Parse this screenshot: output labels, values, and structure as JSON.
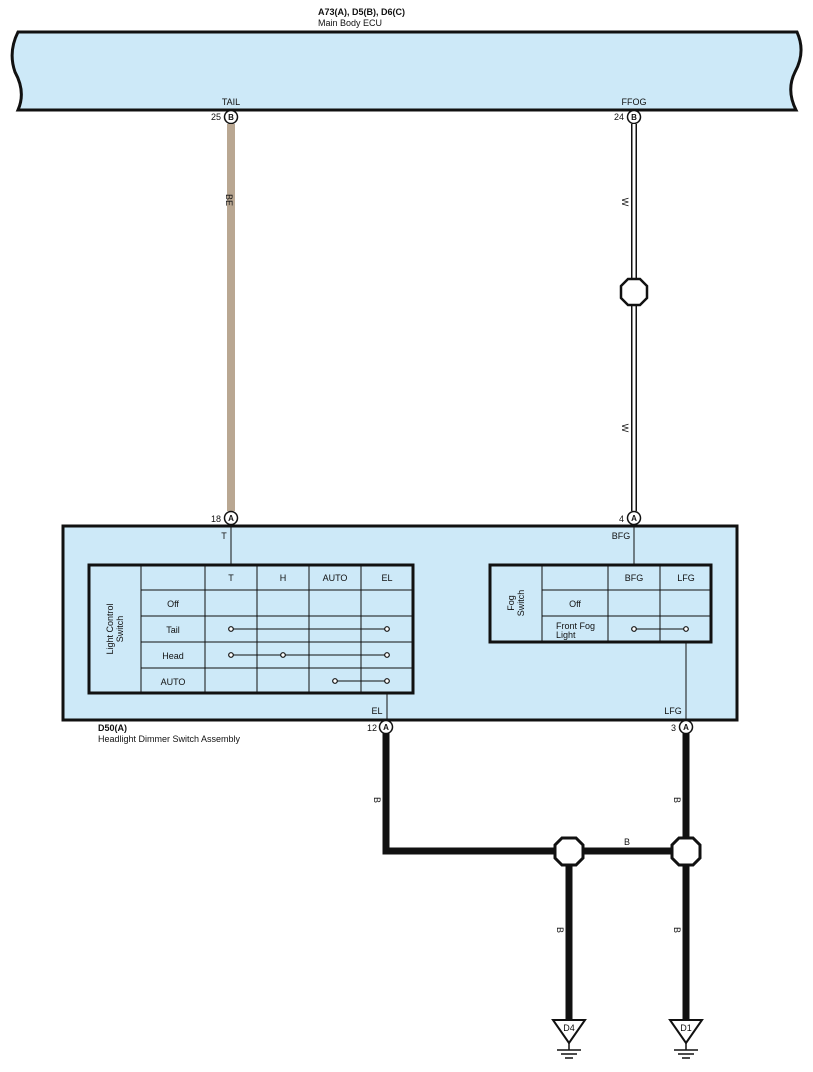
{
  "ecu": {
    "connectors": "A73(A), D5(B), D6(C)",
    "name": "Main Body ECU",
    "pins": [
      {
        "signal": "TAIL",
        "number": "25",
        "connector": "B"
      },
      {
        "signal": "FFOG",
        "number": "24",
        "connector": "B"
      }
    ]
  },
  "wires": {
    "tail_color": "BE",
    "ffog_color_upper": "W",
    "ffog_color_lower": "W",
    "el_color": "B",
    "lfg_color": "B",
    "cross_color": "B",
    "d4_color": "B",
    "d1_color": "B",
    "colors": {
      "BE": "#b9a792",
      "W": "#ffffff",
      "B": "#111111"
    }
  },
  "switch_assembly": {
    "connector": "D50(A)",
    "name": "Headlight Dimmer Switch Assembly",
    "top_pins": [
      {
        "number": "18",
        "connector": "A",
        "signal": "T"
      },
      {
        "number": "4",
        "connector": "A",
        "signal": "BFG"
      }
    ],
    "bottom_pins": [
      {
        "number": "12",
        "connector": "A",
        "signal": "EL"
      },
      {
        "number": "3",
        "connector": "A",
        "signal": "LFG"
      }
    ],
    "light_control": {
      "title_line1": "Light Control",
      "title_line2": "Switch",
      "columns": [
        "T",
        "H",
        "AUTO",
        "EL"
      ],
      "rows": [
        {
          "label": "Off",
          "connected": []
        },
        {
          "label": "Tail",
          "connected": [
            0,
            3
          ]
        },
        {
          "label": "Head",
          "connected": [
            0,
            1,
            3
          ]
        },
        {
          "label": "AUTO",
          "connected": [
            2,
            3
          ]
        }
      ]
    },
    "fog_switch": {
      "title_line1": "Fog",
      "title_line2": "Switch",
      "columns": [
        "BFG",
        "LFG"
      ],
      "rows": [
        {
          "label": "Off",
          "label_line2": "",
          "connected": []
        },
        {
          "label": "Front Fog",
          "label_line2": "Light",
          "connected": [
            0,
            1
          ]
        }
      ]
    }
  },
  "grounds": [
    {
      "label": "D4"
    },
    {
      "label": "D1"
    }
  ],
  "colors": {
    "component_fill": "#cde9f8",
    "outline": "#111111",
    "tail_wire": "#b9a792"
  }
}
